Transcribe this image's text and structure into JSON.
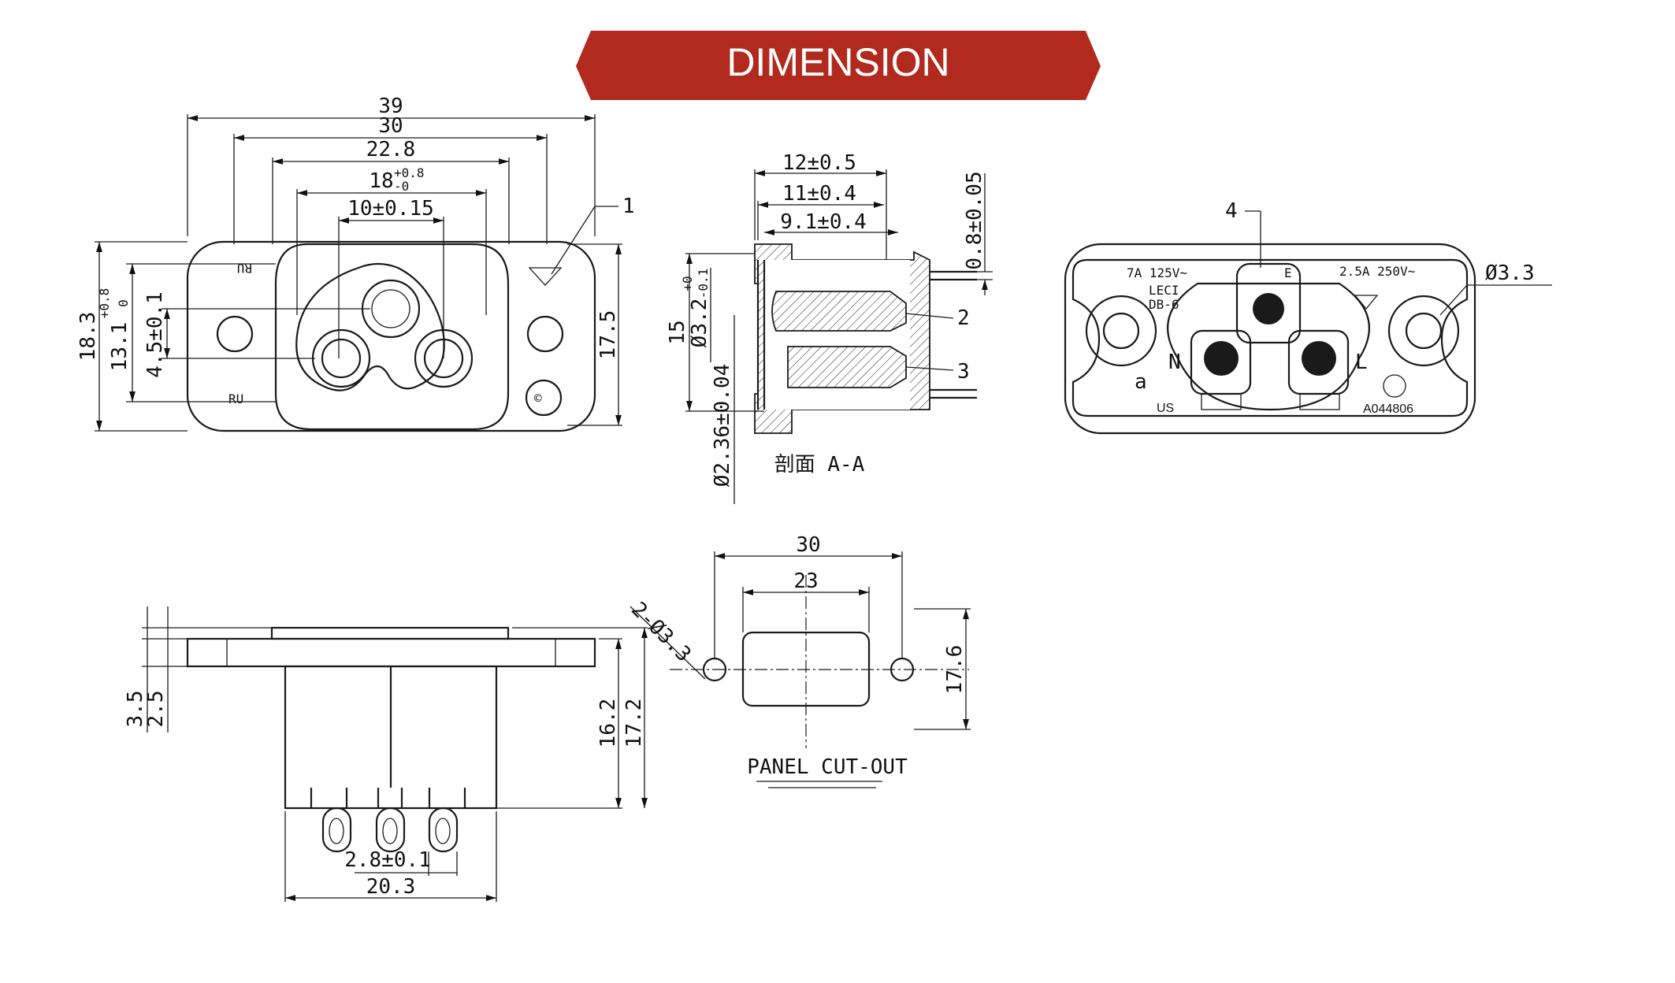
{
  "header": {
    "title": "DIMENSION",
    "color": "#b22a1e"
  },
  "front_view": {
    "dims": {
      "w39": "39",
      "w30": "30",
      "w22": "22.8",
      "w18": "18",
      "w18_tol_up": "+0.8",
      "w18_tol_dn": "-0",
      "w10": "10±0.15",
      "h18": "18.3",
      "h13": "13.1",
      "h13_tol_up": "+0.8",
      "h13_tol_dn": "0",
      "h4": "4.5±0.1",
      "h17": "17.5"
    },
    "callout": "1"
  },
  "section_view": {
    "dims": {
      "d12": "12±0.5",
      "d11": "11±0.4",
      "d9": "9.1±0.4",
      "d08": "0.8±0.05",
      "h15": "15",
      "phi32": "Ø3.2",
      "phi32_tol_up": "+0",
      "phi32_tol_dn": "-0.1",
      "phi236": "Ø2.36±0.04"
    },
    "callouts": [
      "2",
      "3"
    ],
    "caption": "剖面 A-A"
  },
  "rear_view": {
    "callout": "4",
    "hole_dim": "Ø3.3",
    "marks": {
      "rating1": "7A 125V~",
      "rating2": "2.5A 250V~",
      "leci": "LECI",
      "db": "DB-6",
      "neutral": "N",
      "line": "L",
      "earth": "E",
      "a_mark": "a",
      "us_mark": "US",
      "cert_no": "A044806"
    }
  },
  "side_view": {
    "dims": {
      "h35": "3.5",
      "h25": "2.5",
      "h162": "16.2",
      "h172": "17.2",
      "pin_pitch": "2.8±0.1",
      "w203": "20.3"
    }
  },
  "cutout": {
    "dims": {
      "w30": "30",
      "w23": "23",
      "h176": "17.6",
      "holes": "2-Ø3.3"
    },
    "caption": "PANEL CUT-OUT"
  }
}
